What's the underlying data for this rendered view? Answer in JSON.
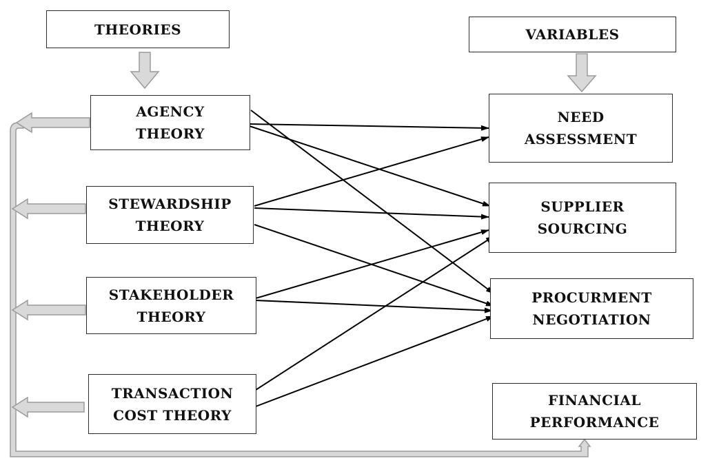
{
  "headers": {
    "theories": "THEORIES",
    "variables": "VARIABLES"
  },
  "theories": [
    {
      "id": "agency",
      "lines": [
        "AGENCY",
        "THEORY"
      ]
    },
    {
      "id": "stewardship",
      "lines": [
        "STEWARDSHIP",
        "THEORY"
      ]
    },
    {
      "id": "stakeholder",
      "lines": [
        "STAKEHOLDER",
        "THEORY"
      ]
    },
    {
      "id": "transaction",
      "lines": [
        "TRANSACTION",
        "COST THEORY"
      ]
    }
  ],
  "variables": [
    {
      "id": "need",
      "lines": [
        "NEED",
        "ASSESSMENT"
      ]
    },
    {
      "id": "supplier",
      "lines": [
        "SUPPLIER",
        "SOURCING"
      ]
    },
    {
      "id": "procurement",
      "lines": [
        "PROCURMENT",
        "NEGOTIATION"
      ]
    },
    {
      "id": "financial",
      "lines": [
        "FINANCIAL",
        "PERFORMANCE"
      ]
    }
  ],
  "links": [
    {
      "from": "agency",
      "to": "need"
    },
    {
      "from": "agency",
      "to": "supplier"
    },
    {
      "from": "agency",
      "to": "procurement"
    },
    {
      "from": "stewardship",
      "to": "need"
    },
    {
      "from": "stewardship",
      "to": "supplier"
    },
    {
      "from": "stewardship",
      "to": "procurement"
    },
    {
      "from": "stakeholder",
      "to": "supplier"
    },
    {
      "from": "stakeholder",
      "to": "procurement"
    },
    {
      "from": "transaction",
      "to": "supplier"
    },
    {
      "from": "transaction",
      "to": "procurement"
    }
  ],
  "colors": {
    "border": "#2b2b2b",
    "text": "#111111",
    "arrow": "#000000",
    "block_arrow_fill": "#d9d9d9",
    "block_arrow_stroke": "#9a9a9a"
  }
}
